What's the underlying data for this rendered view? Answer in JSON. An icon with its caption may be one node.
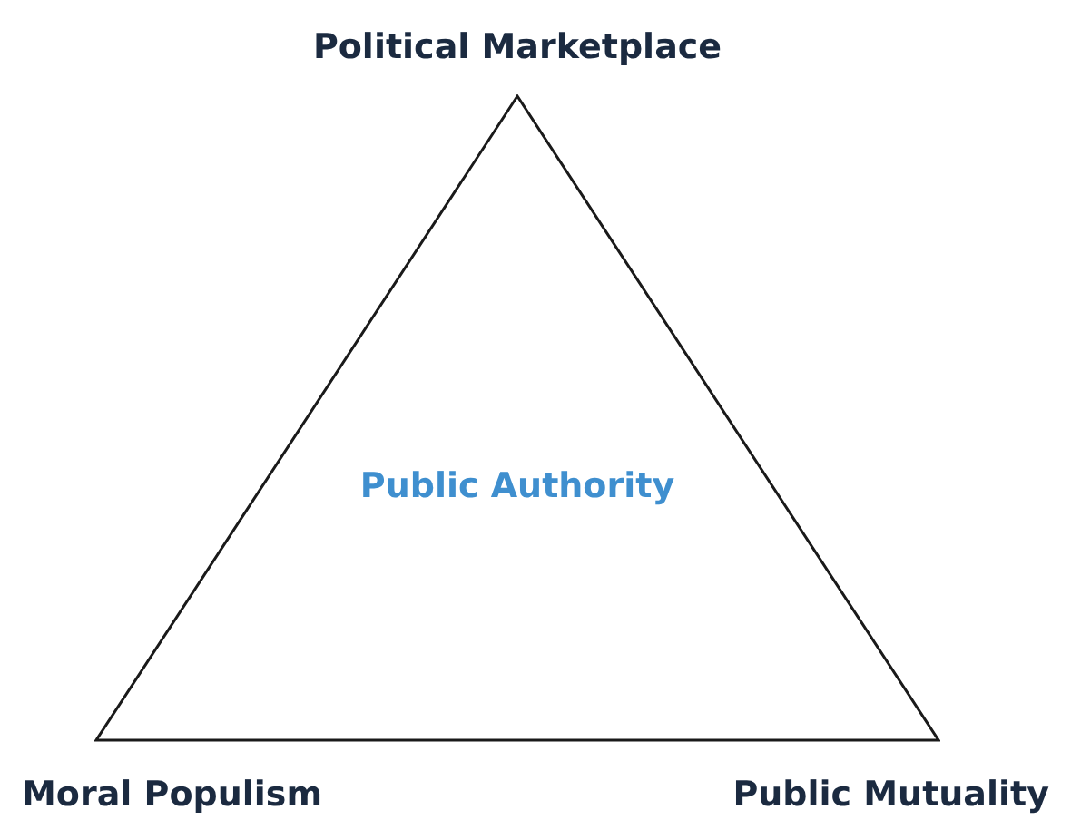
{
  "diagram": {
    "nodes": [
      {
        "text": [
          "Public Authority"
        ]
      }
    ],
    "labels": [
      "Political Marketplace",
      "Moral Populism",
      "Public Mutuality"
    ]
  }
}
